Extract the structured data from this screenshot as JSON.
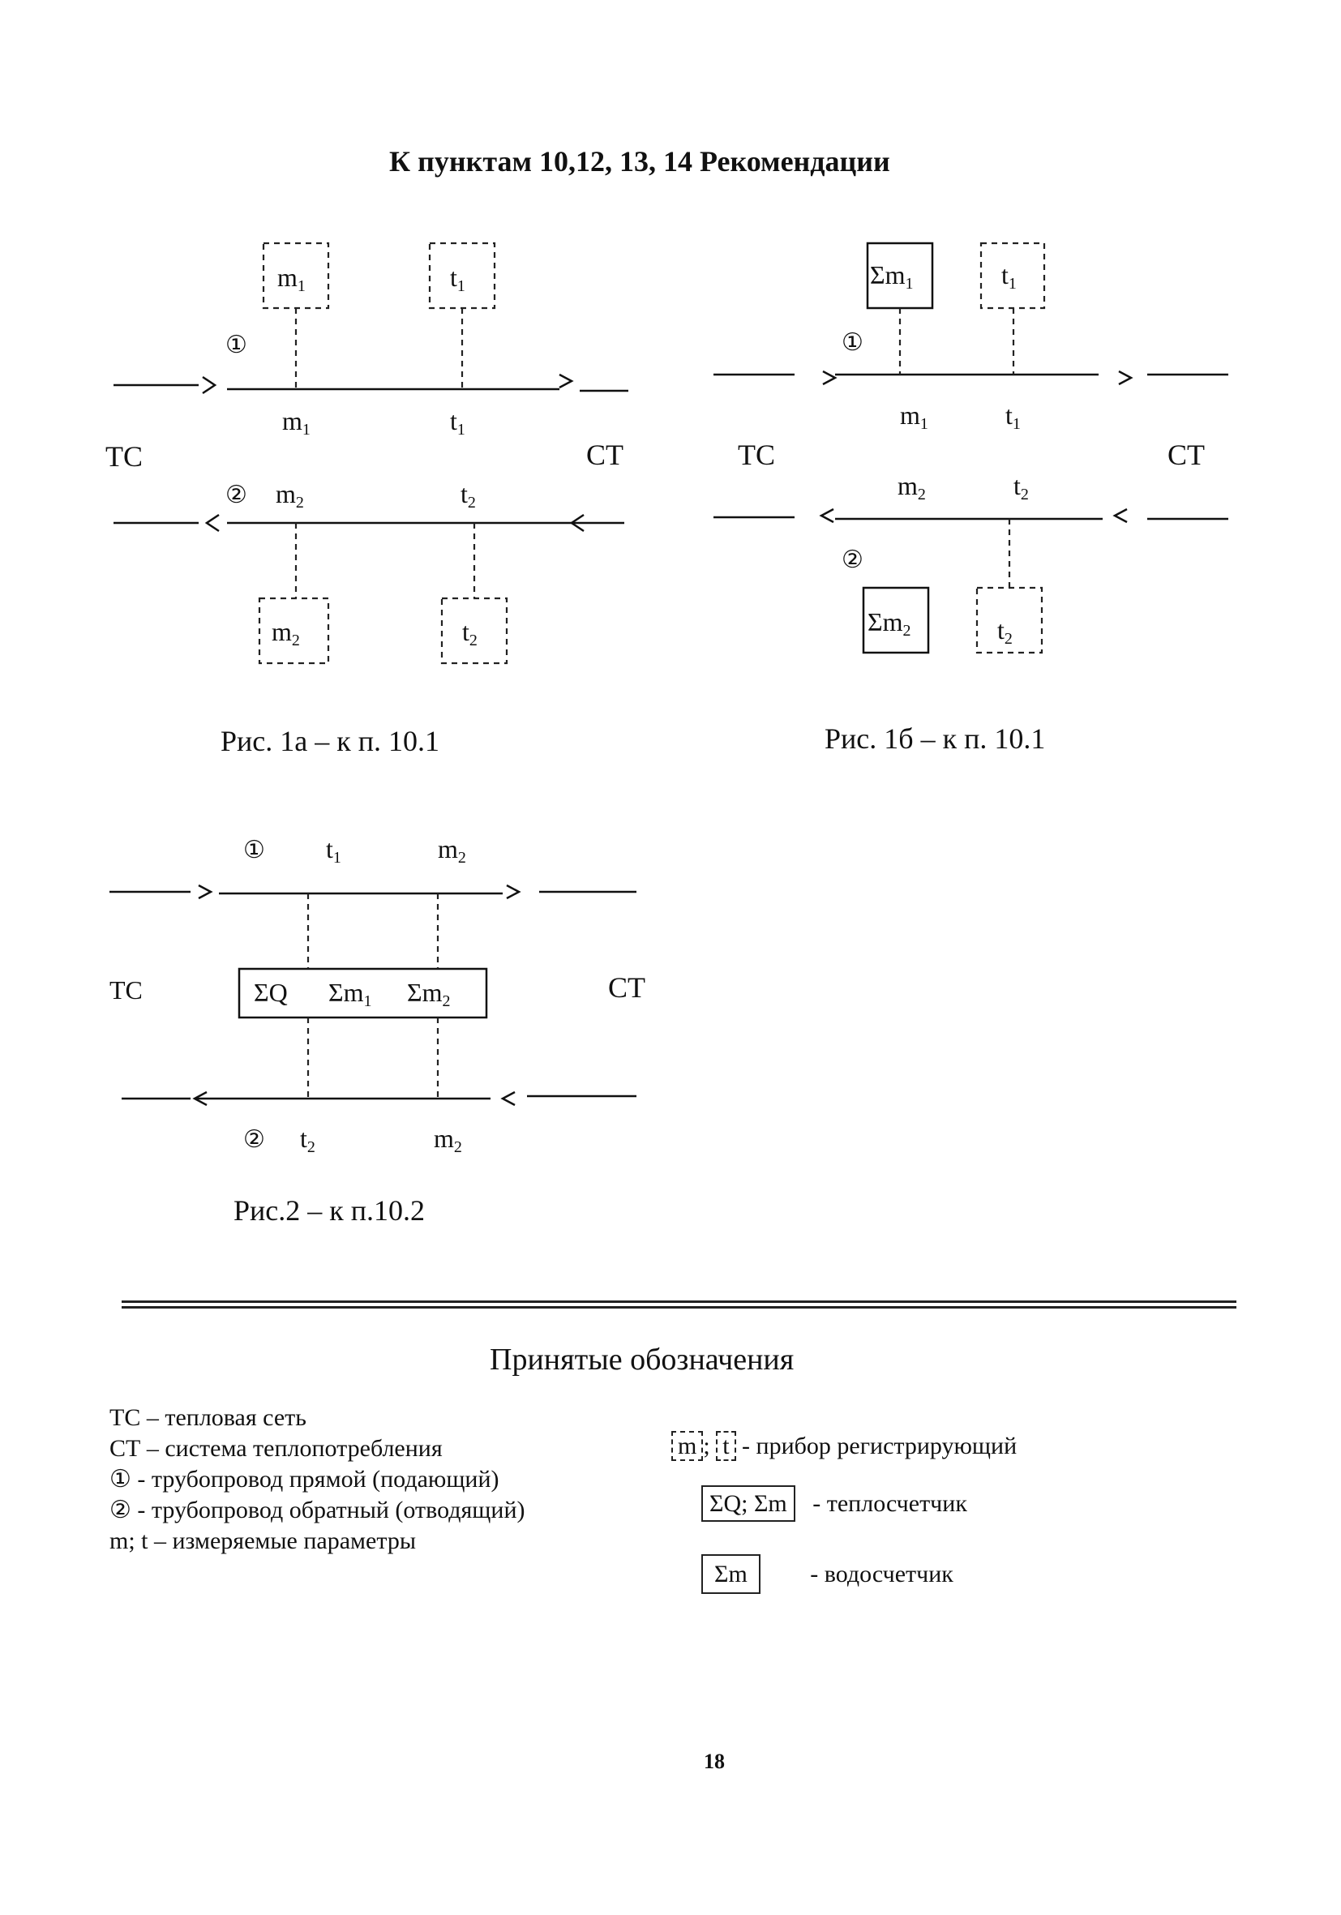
{
  "page": {
    "title": "К пунктам 10,12, 13, 14 Рекомендации",
    "page_number": "18"
  },
  "labels": {
    "ts": "ТС",
    "st": "СТ",
    "m1": "m",
    "t1": "t",
    "m2": "m",
    "t2": "t",
    "sub1": "1",
    "sub2": "2",
    "sum_m": "Σm",
    "sum_q": "ΣQ",
    "circle1": "①",
    "circle2": "②"
  },
  "figures": {
    "fig1a_caption": "Рис. 1а – к п. 10.1",
    "fig1b_caption": "Рис. 1б – к п. 10.1",
    "fig2_caption": "Рис.2 – к п.10.2"
  },
  "legend": {
    "heading": "Принятые обозначения",
    "left": [
      "ТС – тепловая сеть",
      "СТ – система теплопотребления",
      "① - трубопровод прямой (подающий)",
      "② - трубопровод обратный (отводящий)",
      "m; t – измеряемые параметры"
    ],
    "box_m": "m",
    "box_t": "t",
    "sep": ";",
    "registering": "- прибор регистрирующий",
    "heatmeter_box": "ΣQ; Σm",
    "heatmeter": "- теплосчетчик",
    "watermeter_box": "Σm",
    "watermeter": "- водосчетчик"
  }
}
